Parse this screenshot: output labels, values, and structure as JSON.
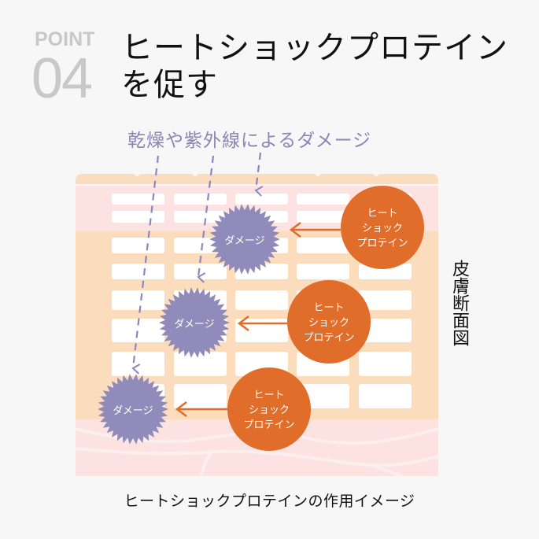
{
  "header": {
    "point_label": "POINT",
    "point_number": "04",
    "title": "ヒートショックプロテインを促す"
  },
  "diagram": {
    "damage_caption": "乾燥や紫外線によるダメージ",
    "side_label": "皮膚断面図",
    "damage_label": "ダメージ",
    "hsp_label_lines": [
      "ヒート",
      "ショック",
      "プロテイン"
    ],
    "colors": {
      "background": "#f7f7f7",
      "skin_peach": "#fbdcbd",
      "skin_pink": "#fde2e2",
      "cell_white": "#ffffff",
      "damage_purple": "#908bbb",
      "dashed_arrow": "#8b86c0",
      "hsp_orange": "#e06d2a",
      "point_gray": "#c8c8c8"
    },
    "damage_markers": [
      {
        "id": 1,
        "label": "ダメージ"
      },
      {
        "id": 2,
        "label": "ダメージ"
      },
      {
        "id": 3,
        "label": "ダメージ"
      }
    ],
    "hsp_badges": [
      {
        "id": 1,
        "lines": [
          "ヒート",
          "ショック",
          "プロテイン"
        ]
      },
      {
        "id": 2,
        "lines": [
          "ヒート",
          "ショック",
          "プロテイン"
        ]
      },
      {
        "id": 3,
        "lines": [
          "ヒート",
          "ショック",
          "プロテイン"
        ]
      }
    ]
  },
  "footer": {
    "caption": "ヒートショックプロテインの作用イメージ"
  }
}
